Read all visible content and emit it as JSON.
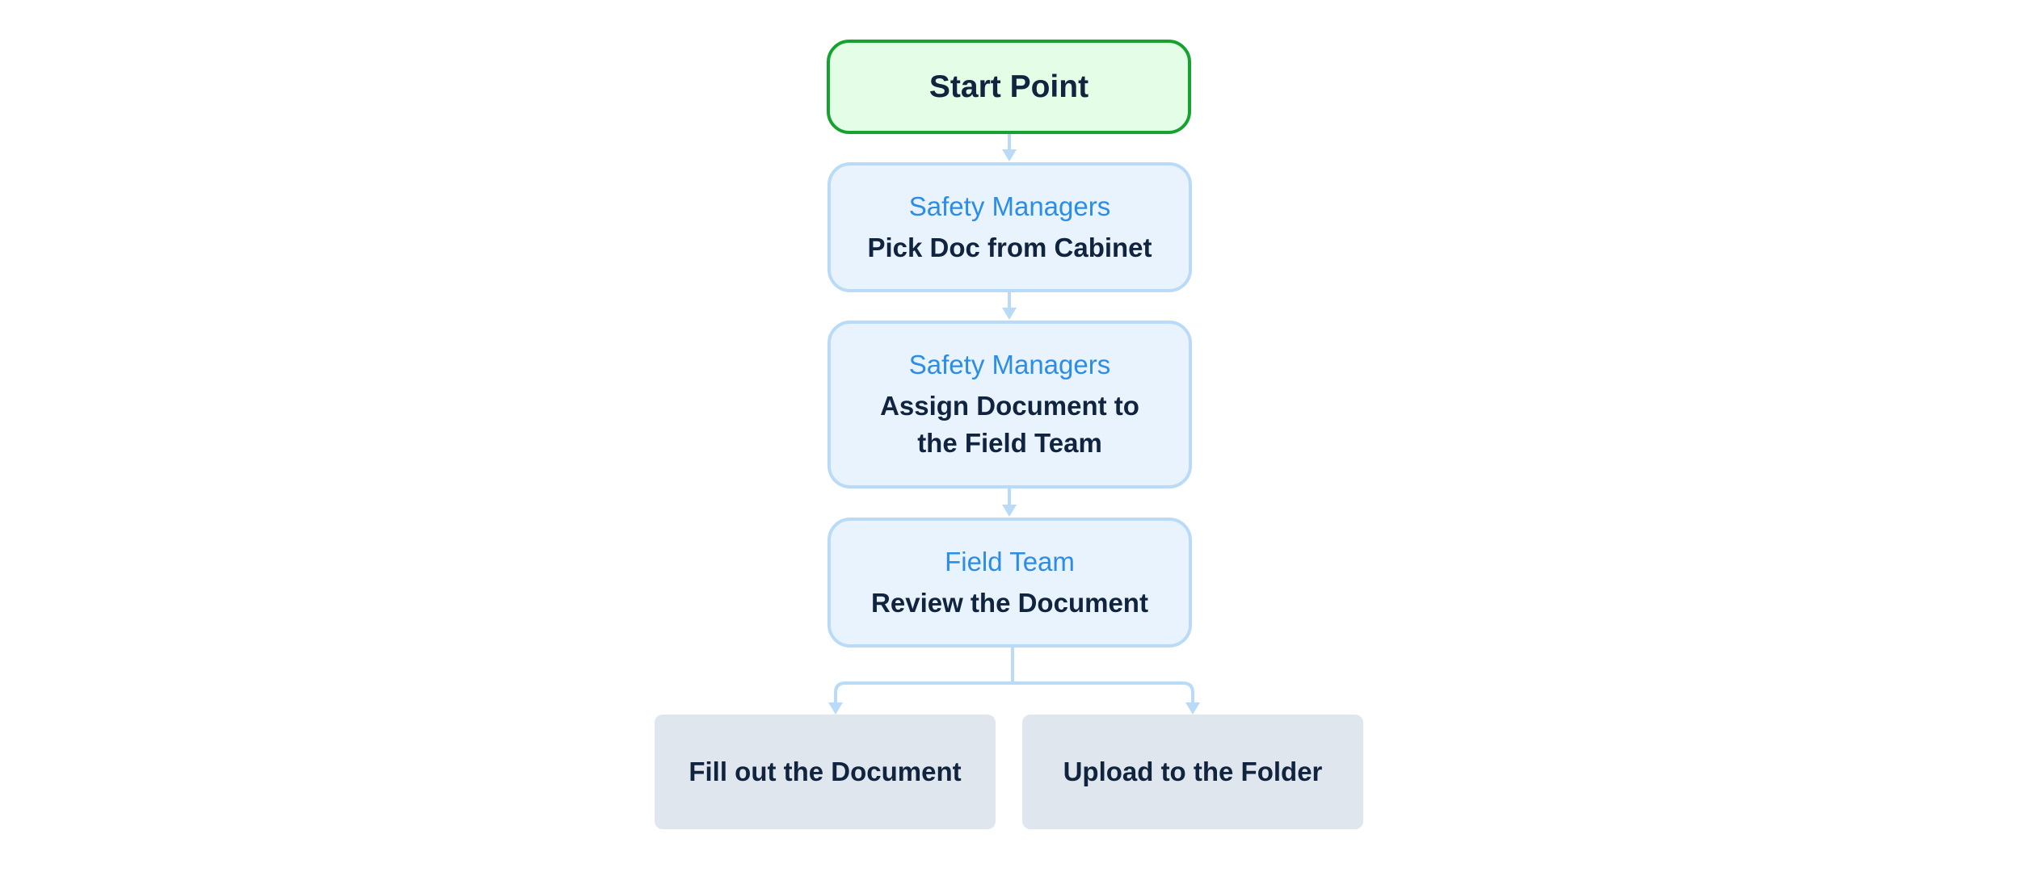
{
  "colors": {
    "start_fill": "#e3fde6",
    "start_border": "#16a22e",
    "step_fill": "#e8f3fd",
    "step_border": "#b9dbf8",
    "role_text": "#2b8de6",
    "task_text": "#10233f",
    "outcome_fill": "#e0e6ed",
    "connector": "#b9dbf8"
  },
  "start": {
    "label": "Start Point"
  },
  "steps": [
    {
      "role": "Safety Managers",
      "task": "Pick Doc from Cabinet"
    },
    {
      "role": "Safety Managers",
      "task": "Assign Document to\nthe Field Team"
    },
    {
      "role": "Field Team",
      "task": "Review the Document"
    }
  ],
  "outcomes": [
    {
      "label": "Fill out the Document"
    },
    {
      "label": "Upload to the Folder"
    }
  ]
}
